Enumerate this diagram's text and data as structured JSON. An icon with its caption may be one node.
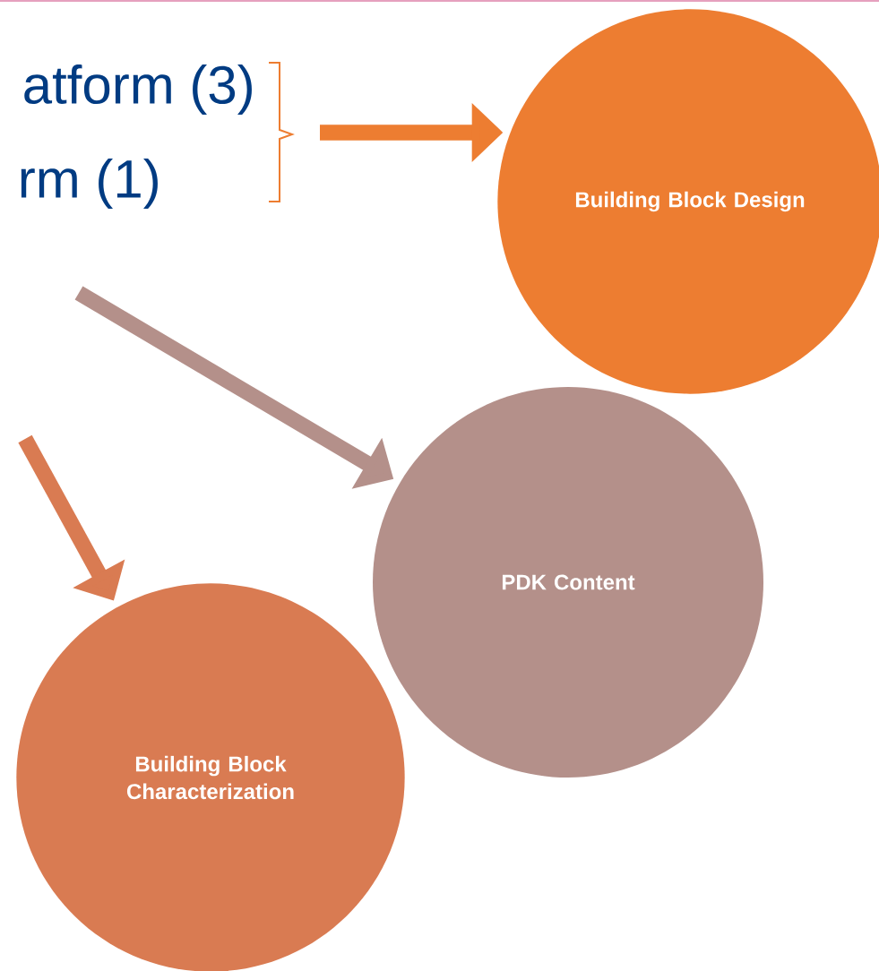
{
  "diagram": {
    "nodes": [
      {
        "text": [
          "Building Block Design"
        ]
      },
      {
        "text": [
          "PDK Content"
        ]
      },
      {
        "text": [
          "Building Block Characterization"
        ]
      }
    ],
    "edges": [
      {
        "from": null,
        "to": 0,
        "arrow": "to",
        "color": "#ed7d31"
      },
      {
        "from": null,
        "to": 1,
        "arrow": "to",
        "color": "#b4908a"
      },
      {
        "from": null,
        "to": 2,
        "arrow": "to",
        "color": "#d97b52"
      }
    ],
    "labels": [
      "atform (3)",
      "rm (1)"
    ]
  }
}
